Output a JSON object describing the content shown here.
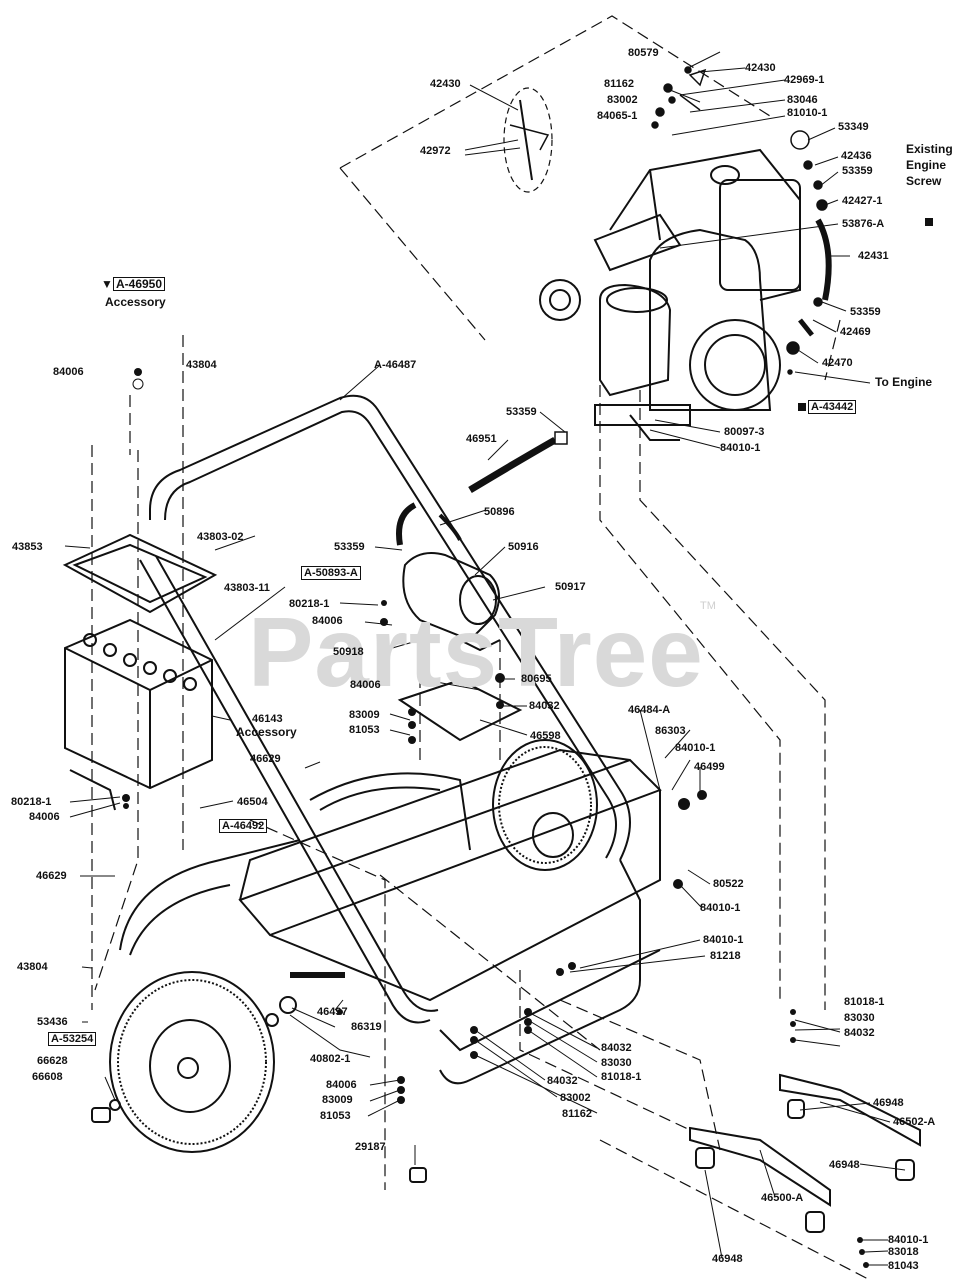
{
  "watermark": {
    "text": "PartsTree",
    "trademark": "TM"
  },
  "notes": {
    "existing_engine_screw": [
      "Existing",
      "Engine",
      "Screw"
    ],
    "to_engine": "To Engine",
    "accessory": "Accessory"
  },
  "legend": {
    "symbol": "▼",
    "box": "A-46950"
  },
  "labels": [
    "80579",
    "42430",
    "42430",
    "81162",
    "42969-1",
    "83002",
    "83046",
    "84065-1",
    "81010-1",
    "53349",
    "42972",
    "42436",
    "53359",
    "42427-1",
    "53876-A",
    "42431",
    "53359",
    "42469",
    "42470",
    "A-43442",
    "80097-3",
    "84010-1",
    "84006",
    "43804",
    "A-46487",
    "53359",
    "46951",
    "50896",
    "53359",
    "50916",
    "A-50893-A",
    "50917",
    "80218-1",
    "84006",
    "50918",
    "84006",
    "80695",
    "84032",
    "83009",
    "81053",
    "46598",
    "43853",
    "43803-02",
    "43803-11",
    "46143",
    "46629",
    "46504",
    "A-46492",
    "80218-1",
    "84006",
    "46629",
    "46484-A",
    "86303",
    "84010-1",
    "46499",
    "80522",
    "84010-1",
    "84010-1",
    "81218",
    "43804",
    "53436",
    "A-53254",
    "66628",
    "66608",
    "46497",
    "86319",
    "40802-1",
    "84006",
    "83009",
    "81053",
    "29187",
    "84032",
    "83030",
    "81018-1",
    "84032",
    "83002",
    "81162",
    "81018-1",
    "83030",
    "84032",
    "46948",
    "46502-A",
    "46948",
    "46500-A",
    "46948",
    "84010-1",
    "83018",
    "81043"
  ]
}
